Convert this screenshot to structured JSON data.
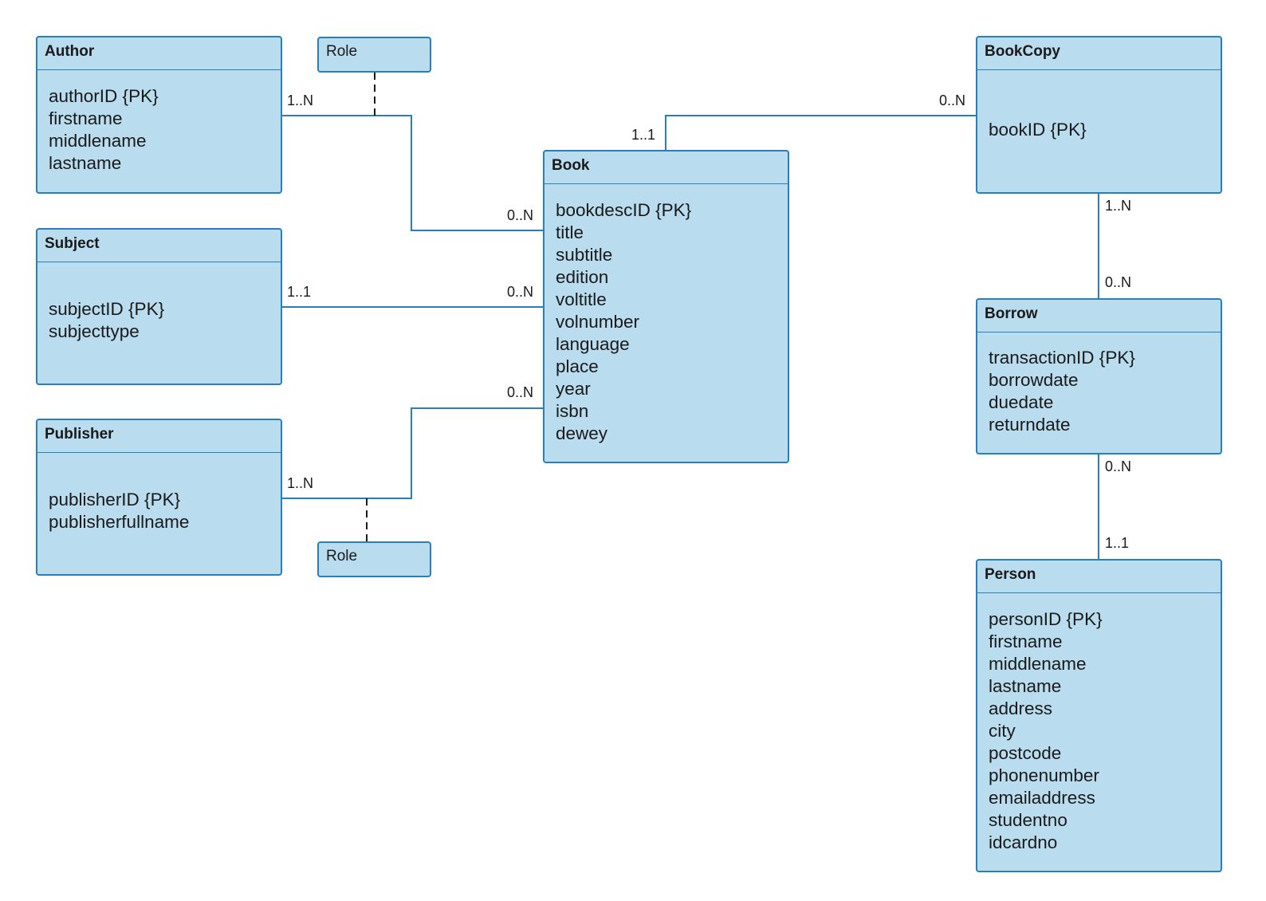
{
  "entities": {
    "author": {
      "name": "Author",
      "attributes": [
        "authorID {PK}",
        "firstname",
        "middlename",
        "lastname"
      ]
    },
    "subject": {
      "name": "Subject",
      "attributes": [
        "subjectID {PK}",
        "subjecttype"
      ]
    },
    "publisher": {
      "name": "Publisher",
      "attributes": [
        "publisherID {PK}",
        "publisherfullname"
      ]
    },
    "book": {
      "name": "Book",
      "attributes": [
        "bookdescID {PK}",
        "title",
        "subtitle",
        "edition",
        "voltitle",
        "volnumber",
        "language",
        "place",
        "year",
        "isbn",
        "dewey"
      ]
    },
    "bookcopy": {
      "name": "BookCopy",
      "attributes": [
        "bookID {PK}"
      ]
    },
    "borrow": {
      "name": "Borrow",
      "attributes": [
        "transactionID {PK}",
        "borrowdate",
        "duedate",
        "returndate"
      ]
    },
    "person": {
      "name": "Person",
      "attributes": [
        "personID {PK}",
        "firstname",
        "middlename",
        "lastname",
        "address",
        "city",
        "postcode",
        "phonenumber",
        "emailaddress",
        "studentno",
        "idcardno"
      ]
    }
  },
  "association_classes": {
    "author_book": {
      "name": "Role"
    },
    "publisher_book": {
      "name": "Role"
    }
  },
  "relationships": {
    "author_book": {
      "from_entity": "Author",
      "to_entity": "Book",
      "from_mult": "1..N",
      "to_mult": "0..N"
    },
    "subject_book": {
      "from_entity": "Subject",
      "to_entity": "Book",
      "from_mult": "1..1",
      "to_mult": "0..N"
    },
    "publisher_book": {
      "from_entity": "Publisher",
      "to_entity": "Book",
      "from_mult": "1..N",
      "to_mult": "0..N"
    },
    "book_bookcopy": {
      "from_entity": "Book",
      "to_entity": "BookCopy",
      "from_mult": "1..1",
      "to_mult": "0..N"
    },
    "bookcopy_borrow": {
      "from_entity": "BookCopy",
      "to_entity": "Borrow",
      "from_mult": "1..N",
      "to_mult": "0..N"
    },
    "borrow_person": {
      "from_entity": "Borrow",
      "to_entity": "Person",
      "from_mult": "0..N",
      "to_mult": "1..1"
    }
  },
  "colors": {
    "fill": "#b9dcef",
    "border": "#2b7fb8",
    "line": "#2b7fb8",
    "dash": "#1a1a1a",
    "text": "#1a1a1a"
  }
}
